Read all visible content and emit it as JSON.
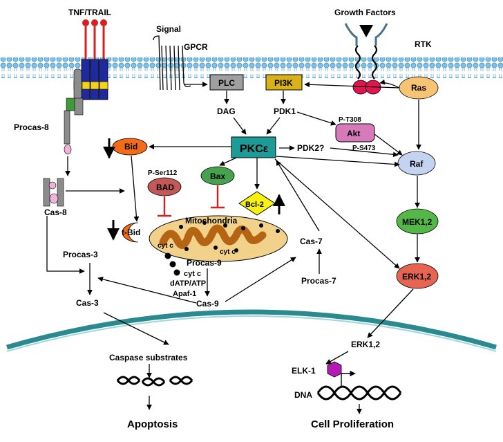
{
  "labels": {
    "tnf": "TNF/TRAIL",
    "signal": "Signal",
    "gpcr": "GPCR",
    "growth": "Growth Factors",
    "rtk": "RTK",
    "plc": "PLC",
    "pi3k": "PI3K",
    "ras": "Ras",
    "dag": "DAG",
    "pdk1": "PDK1",
    "procas8": "Procas-8",
    "pt308": "P-T308",
    "akt": "Akt",
    "ps473": "P-S473",
    "pkc": "PKCε",
    "pdk2": "PDK2?",
    "bid": "Bid",
    "pser112": "P-Ser112",
    "bad": "BAD",
    "bax": "Bax",
    "raf": "Raf",
    "bcl2": "Bcl-2",
    "cas8": "Cas-8",
    "tbid": "t-Bid",
    "mito": "Mitochondria",
    "cytc1": "cyt c",
    "cytc2": "cyt c",
    "mek": "MEK1,2",
    "cas7": "Cas-7",
    "procas3": "Procas-3",
    "procas9": "Procas-9",
    "cytc3": "cyt c",
    "datp": "dATP/ATP",
    "apaf": "Apaf-1",
    "procas7": "Procas-7",
    "erk_top": "ERK1,2",
    "cas3": "Cas-3",
    "cas9": "Cas-9",
    "caspase_sub": "Caspase substrates",
    "erk_bottom": "ERK1,2",
    "elk": "ELK-1",
    "dna": "DNA",
    "apoptosis": "Apoptosis",
    "proliferation": "Cell Proliferation"
  },
  "colors": {
    "membrane_head": "#7ec0e6",
    "receptor_blue": "#1f2a9e",
    "receptor_yellow": "#f2d21b",
    "receptor_red": "#d81f1f",
    "procas_gray": "#8c8c8c",
    "procas_green": "#3f9a3a",
    "plc_gray": "#a0a0a0",
    "pi3k_gold": "#d9b21b",
    "ras_orange": "#f6c474",
    "akt_pink": "#d77ab9",
    "pkc_teal": "#1d9b97",
    "bid_orange": "#f36b17",
    "bad_red": "#c25857",
    "bax_green": "#46a24e",
    "raf_blue": "#c4d3f0",
    "bcl2_yellow": "#f7f212",
    "mito_fill": "#f2d28a",
    "mito_inner": "#b56414",
    "mek_green": "#53b848",
    "erk_red": "#e66552",
    "elk_purple": "#b41bb4",
    "rtk_pink": "#e0144f"
  }
}
